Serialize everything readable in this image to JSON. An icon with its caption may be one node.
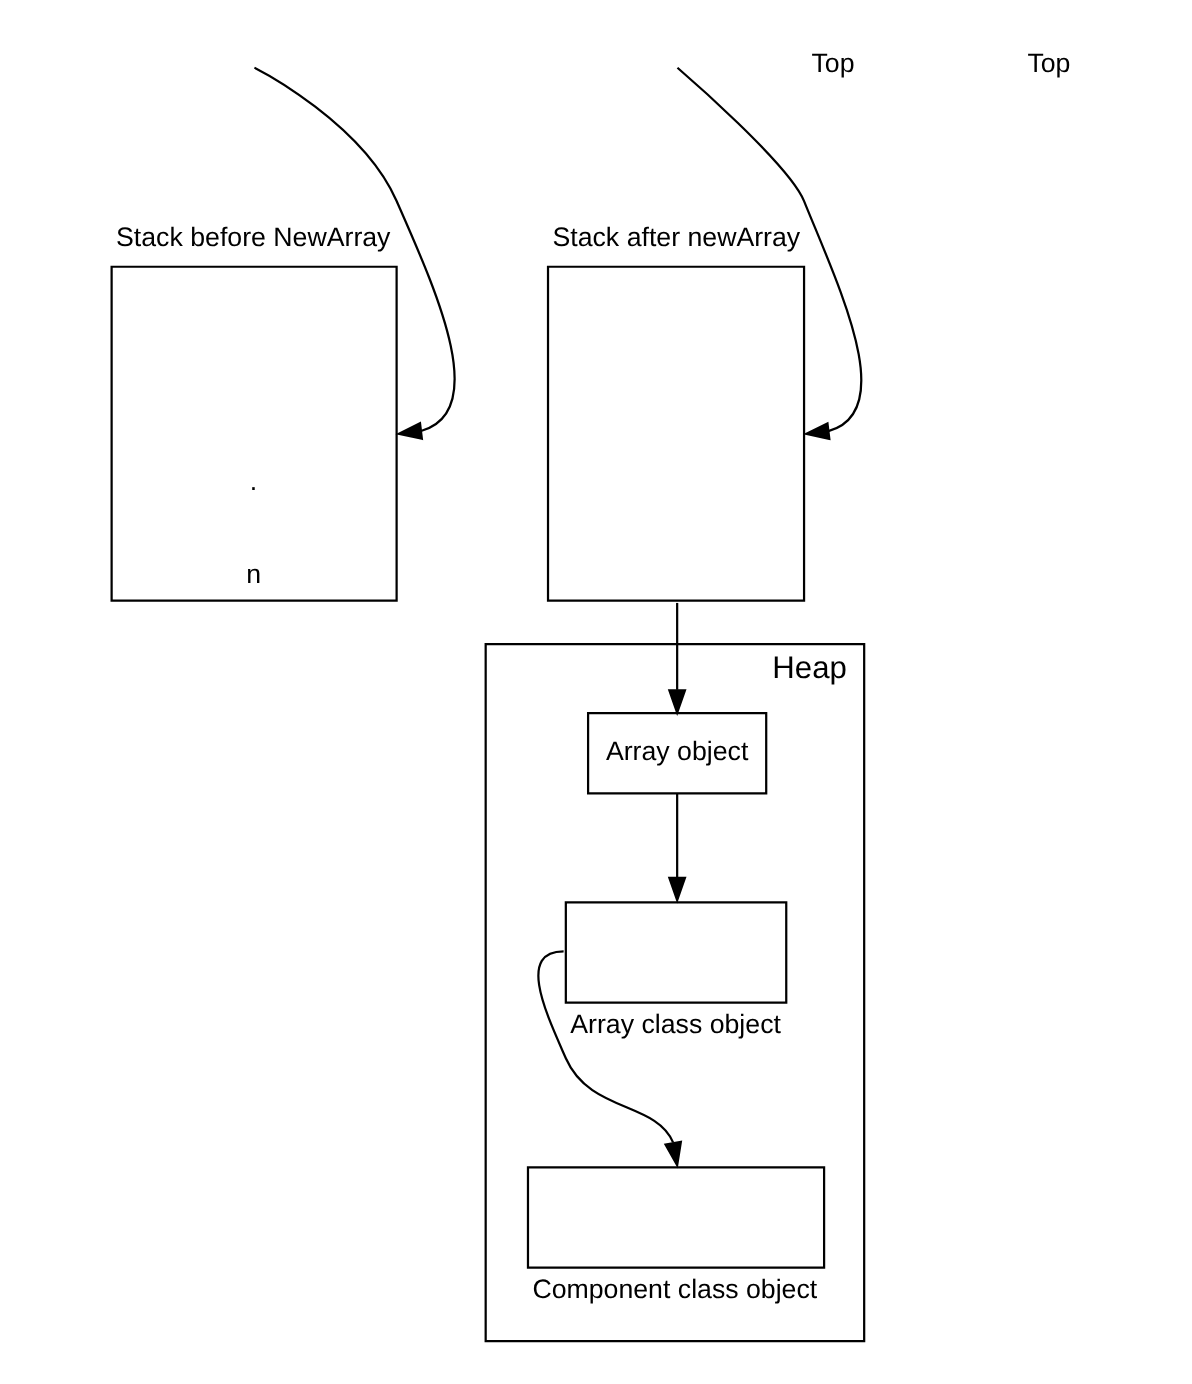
{
  "diagram": {
    "nodes": [
      {
        "text": [
          "Stack before NewArray",
          ".",
          "n"
        ]
      },
      {
        "text": [
          "Stack after newArray"
        ]
      },
      {
        "text": [
          "Heap"
        ]
      },
      {
        "text": [
          "Array object"
        ],
        "in": 2
      },
      {
        "text": [],
        "shape": "box",
        "in": 2,
        "beside": [
          "Array class object"
        ]
      },
      {
        "text": [],
        "shape": "box",
        "in": 2,
        "beside": [
          "Component class object"
        ]
      }
    ],
    "edges": [
      {
        "from": null,
        "to": 0,
        "arrow": "to"
      },
      {
        "from": 1,
        "to": 3,
        "arrow": "to"
      },
      {
        "from": 3,
        "to": 4,
        "arrow": "to"
      },
      {
        "from": 4,
        "to": 5,
        "arrow": "to"
      },
      {
        "from": null,
        "to": 1,
        "arrow": "to"
      }
    ],
    "labels": [
      "Top",
      "Top"
    ]
  }
}
